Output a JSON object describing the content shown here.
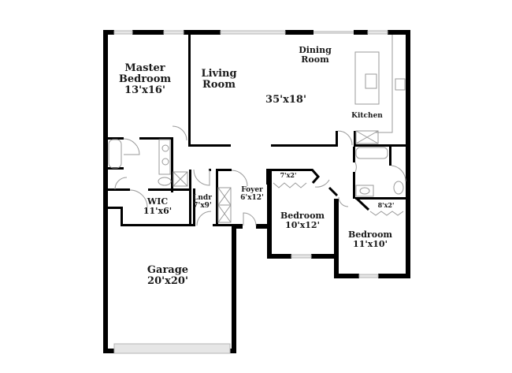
{
  "floor_plan": {
    "rooms": [
      {
        "id": "master-bedroom",
        "name": "Master Bedroom",
        "lines": [
          "Master",
          "Bedroom"
        ],
        "dimensions": "13'x16'"
      },
      {
        "id": "living-room",
        "name": "Living Room",
        "lines": [
          "Living",
          "Room"
        ],
        "dimensions": ""
      },
      {
        "id": "dining-room",
        "name": "Dining Room",
        "lines": [
          "Dining",
          "Room"
        ],
        "dimensions": ""
      },
      {
        "id": "great-room-dimension",
        "name": "",
        "lines": [],
        "dimensions": "35'x18'"
      },
      {
        "id": "kitchen",
        "name": "Kitchen",
        "lines": [
          "Kitchen"
        ],
        "dimensions": ""
      },
      {
        "id": "wic",
        "name": "WIC",
        "lines": [
          "WIC"
        ],
        "dimensions": "11'x6'"
      },
      {
        "id": "laundry",
        "name": "Lndr",
        "lines": [
          "Lndr"
        ],
        "dimensions": "7'x9'"
      },
      {
        "id": "foyer",
        "name": "Foyer",
        "lines": [
          "Foyer"
        ],
        "dimensions": "6'x12'"
      },
      {
        "id": "bedroom-2",
        "name": "Bedroom",
        "lines": [
          "Bedroom"
        ],
        "dimensions": "10'x12'"
      },
      {
        "id": "bedroom-3",
        "name": "Bedroom",
        "lines": [
          "Bedroom"
        ],
        "dimensions": "11'x10'"
      },
      {
        "id": "garage",
        "name": "Garage",
        "lines": [
          "Garage"
        ],
        "dimensions": "20'x20'"
      }
    ],
    "closets": [
      {
        "id": "closet-bedroom-2",
        "dimensions": "7'x2'"
      },
      {
        "id": "closet-bedroom-3",
        "dimensions": "8'x2'"
      }
    ],
    "colors": {
      "wall": "#000000",
      "window": "#c8c8c8",
      "fixture": "#9a9a9a",
      "background": "#ffffff",
      "text": "#1a1a1a"
    }
  }
}
